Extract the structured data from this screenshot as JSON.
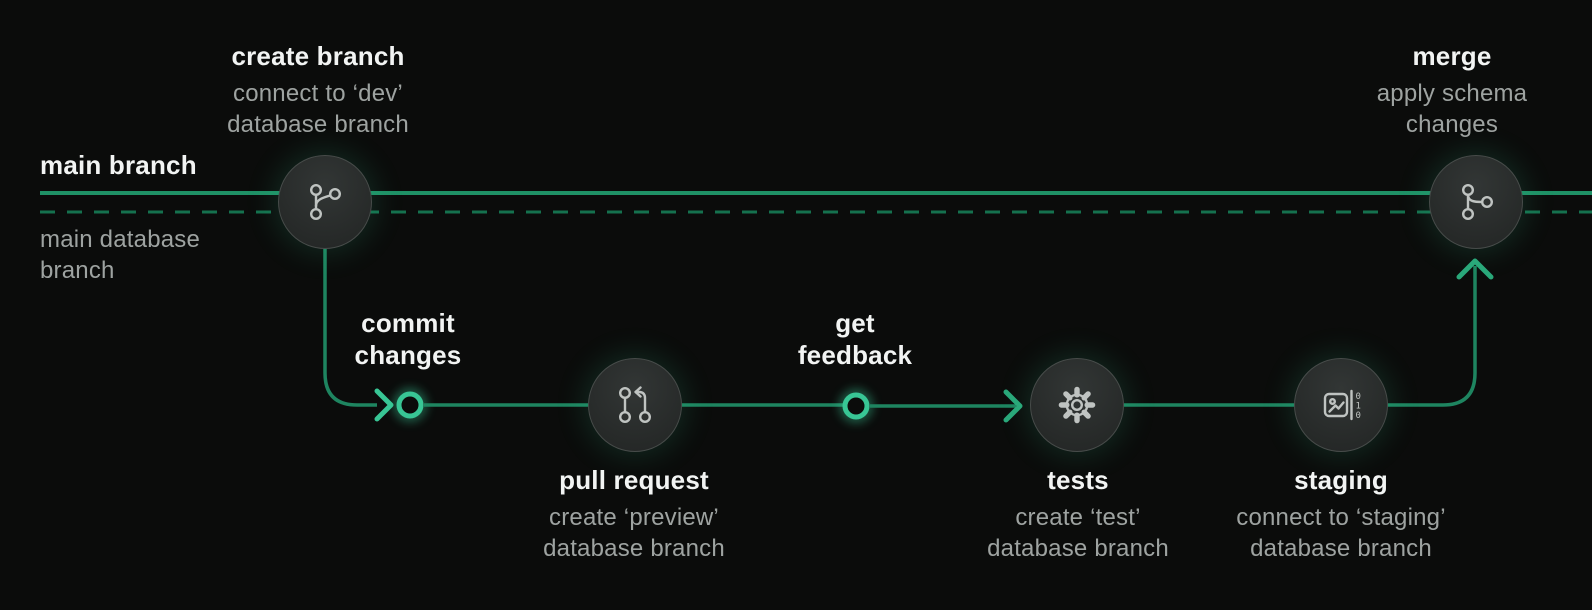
{
  "diagram": {
    "colors": {
      "background": "#0b0c0b",
      "accent_green": "#38c695",
      "main_line_green": "#1f9166",
      "dashed_line_green": "#15714e",
      "branch_line_green": "#1e8560",
      "title_text": "#f2f4f3",
      "subtitle_text": "#9ea3a1"
    },
    "lanes": {
      "main_branch": {
        "label": "main branch",
        "style": "solid"
      },
      "main_database_branch": {
        "label": "main database branch",
        "style": "dashed"
      }
    },
    "steps": [
      {
        "id": "create-branch",
        "title": "create branch",
        "subtitle": "connect to ‘dev’ database branch",
        "icon": "git-branch-icon"
      },
      {
        "id": "commit-changes",
        "title": "commit changes",
        "subtitle": "",
        "icon": "commit-ring"
      },
      {
        "id": "pull-request",
        "title": "pull request",
        "subtitle": "create ‘preview’ database branch",
        "icon": "git-pull-request-icon"
      },
      {
        "id": "get-feedback",
        "title": "get feedback",
        "subtitle": "",
        "icon": "commit-ring"
      },
      {
        "id": "tests",
        "title": "tests",
        "subtitle": "create ‘test’ database branch",
        "icon": "gear-icon"
      },
      {
        "id": "staging",
        "title": "staging",
        "subtitle": "connect to ‘staging’ database branch",
        "icon": "schema-diff-icon"
      },
      {
        "id": "merge",
        "title": "merge",
        "subtitle": "apply schema changes",
        "icon": "git-merge-icon"
      }
    ],
    "binary_digits": [
      "0",
      "1",
      "0"
    ]
  }
}
